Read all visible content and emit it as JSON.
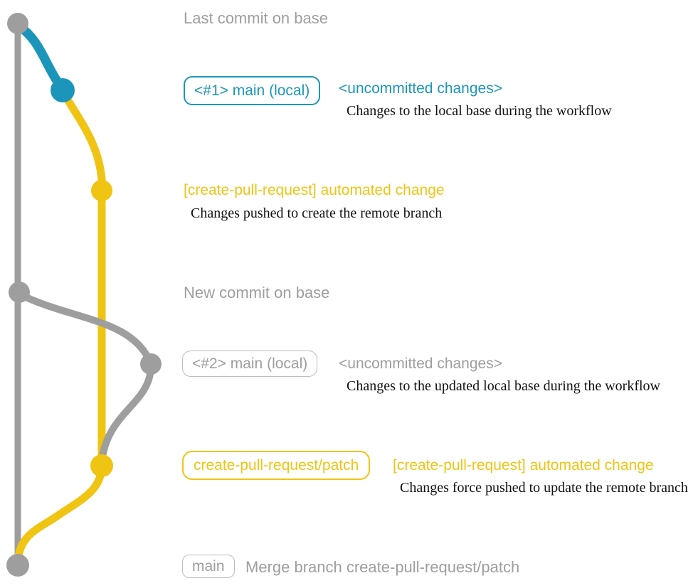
{
  "colors": {
    "blue": "#1B96BA",
    "yellow": "#F0C413",
    "gray": "#9E9E9E",
    "border_gray": "#BDBDBD",
    "ink": "#111111"
  },
  "labels": {
    "last_commit": "Last commit on base",
    "new_commit": "New commit on base"
  },
  "rows": {
    "r1": {
      "badge": "<#1> main (local)",
      "heading": "<uncommitted changes>",
      "note": "Changes to the local base during the workflow"
    },
    "r2": {
      "heading": "[create-pull-request] automated change",
      "note": "Changes pushed to create the remote branch"
    },
    "r3": {
      "badge": "<#2> main (local)",
      "heading": "<uncommitted changes>",
      "note": "Changes to the updated local base during the workflow"
    },
    "r4": {
      "badge": "create-pull-request/patch",
      "heading": "[create-pull-request] automated change",
      "note": "Changes force pushed to update the remote branch"
    },
    "r5": {
      "badge": "main",
      "message": "Merge branch create-pull-request/patch"
    }
  },
  "graph": {
    "branches": [
      {
        "name": "base",
        "color": "gray"
      },
      {
        "name": "main (local) #1",
        "color": "blue"
      },
      {
        "name": "create-pull-request/patch",
        "color": "yellow"
      },
      {
        "name": "main (local) #2",
        "color": "gray"
      }
    ],
    "commits": [
      {
        "id": "last-commit-on-base",
        "color": "gray"
      },
      {
        "id": "uncommitted-changes-1",
        "color": "blue"
      },
      {
        "id": "automated-change-1",
        "color": "yellow"
      },
      {
        "id": "new-commit-on-base",
        "color": "gray"
      },
      {
        "id": "uncommitted-changes-2",
        "color": "gray"
      },
      {
        "id": "automated-change-2",
        "color": "yellow"
      },
      {
        "id": "merge-commit",
        "color": "gray"
      }
    ]
  }
}
